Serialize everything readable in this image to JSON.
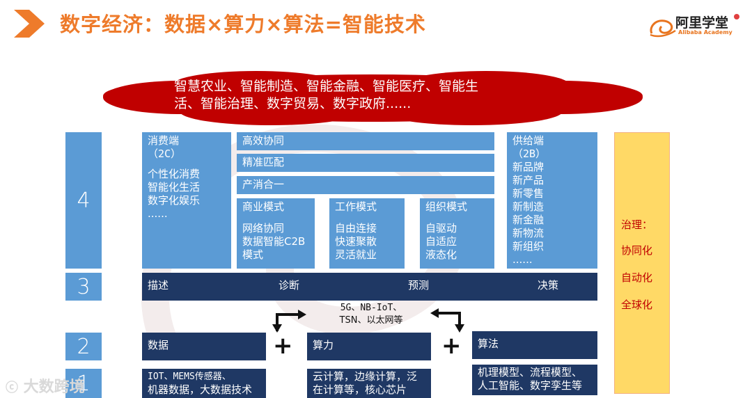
{
  "header": {
    "title": "数字经济：数据×算力×算法=智能技术",
    "brand_cn": "阿里学堂",
    "brand_en": "Alibaba Academy"
  },
  "cloud": {
    "text_line1": "智慧农业、智能制造、智能金融、智能医疗、智能生",
    "text_line2": "活、智能治理、数字贸易、数字政府......"
  },
  "levels": [
    "4",
    "3",
    "2",
    "1"
  ],
  "layer4": {
    "consumer": {
      "title": "消费端",
      "subtitle": "（2C）",
      "items": [
        "个性化消费",
        "智能化生活",
        "数字化娱乐",
        "......"
      ]
    },
    "middle_rows": [
      "高效协同",
      "精准匹配",
      "产消合一"
    ],
    "modes": [
      {
        "title": "商业模式",
        "items": [
          "网络协同",
          "数据智能C2B",
          "模式"
        ]
      },
      {
        "title": "工作模式",
        "items": [
          "自由连接",
          "快速聚散",
          "灵活就业"
        ]
      },
      {
        "title": "组织模式",
        "items": [
          "自驱动",
          "自适应",
          "液态化"
        ]
      }
    ],
    "supply": {
      "title": "供给端",
      "subtitle": "（2B）",
      "items": [
        "新品牌",
        "新产品",
        "新零售",
        "新制造",
        "新金融",
        "新物流",
        "新组织",
        "......"
      ]
    }
  },
  "layer3": {
    "items": [
      "描述",
      "诊断",
      "预测",
      "决策"
    ]
  },
  "network": {
    "line1": "5G、NB-IoT、",
    "line2": "TSN、以太网等"
  },
  "layer2": {
    "items": [
      "数据",
      "算力",
      "算法"
    ],
    "plus": "+"
  },
  "layer1": {
    "data": {
      "line1": "IOT、MEMS传感器、",
      "line2": "机器数据，大数据技术"
    },
    "compute": {
      "line1": "云计算，边缘计算，泛",
      "line2": "在计算等，核心芯片"
    },
    "algo": {
      "line1": "机理模型、流程模型、",
      "line2": "人工智能、数字孪生等"
    }
  },
  "governance": {
    "title": "治理：",
    "items": [
      "协同化",
      "自动化",
      "全球化"
    ]
  },
  "footer": {
    "watermark": "大数跨境"
  },
  "colors": {
    "accent": "#ee7b2b",
    "blue": "#5b9bd5",
    "navy": "#1f3864",
    "cloud": "#c00000",
    "side": "#ffd966"
  }
}
